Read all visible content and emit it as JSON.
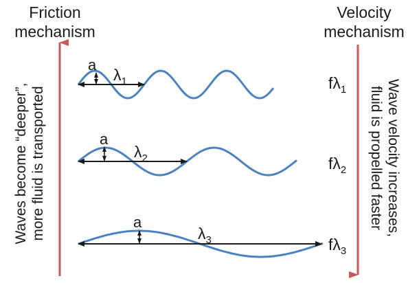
{
  "headers": {
    "left": [
      "Friction",
      "mechanism"
    ],
    "right": [
      "Velocity",
      "mechanism"
    ]
  },
  "side_text": {
    "left": [
      "Waves become “deeper”,",
      "more fluid is transported"
    ],
    "right": [
      "Wave velocity increases,",
      "fluid is propelled faster"
    ]
  },
  "waves": [
    {
      "amplitude_label": "a",
      "wavelength_symbol": "λ",
      "wavelength_index": "1",
      "freq_symbol": "fλ",
      "freq_index": "1"
    },
    {
      "amplitude_label": "a",
      "wavelength_symbol": "λ",
      "wavelength_index": "2",
      "freq_symbol": "fλ",
      "freq_index": "2"
    },
    {
      "amplitude_label": "a",
      "wavelength_symbol": "λ",
      "wavelength_index": "3",
      "freq_symbol": "fλ",
      "freq_index": "3"
    }
  ],
  "colors": {
    "wave": "#4a82c0",
    "arrow": "#c45a5e",
    "text": "#1a1a1a"
  }
}
